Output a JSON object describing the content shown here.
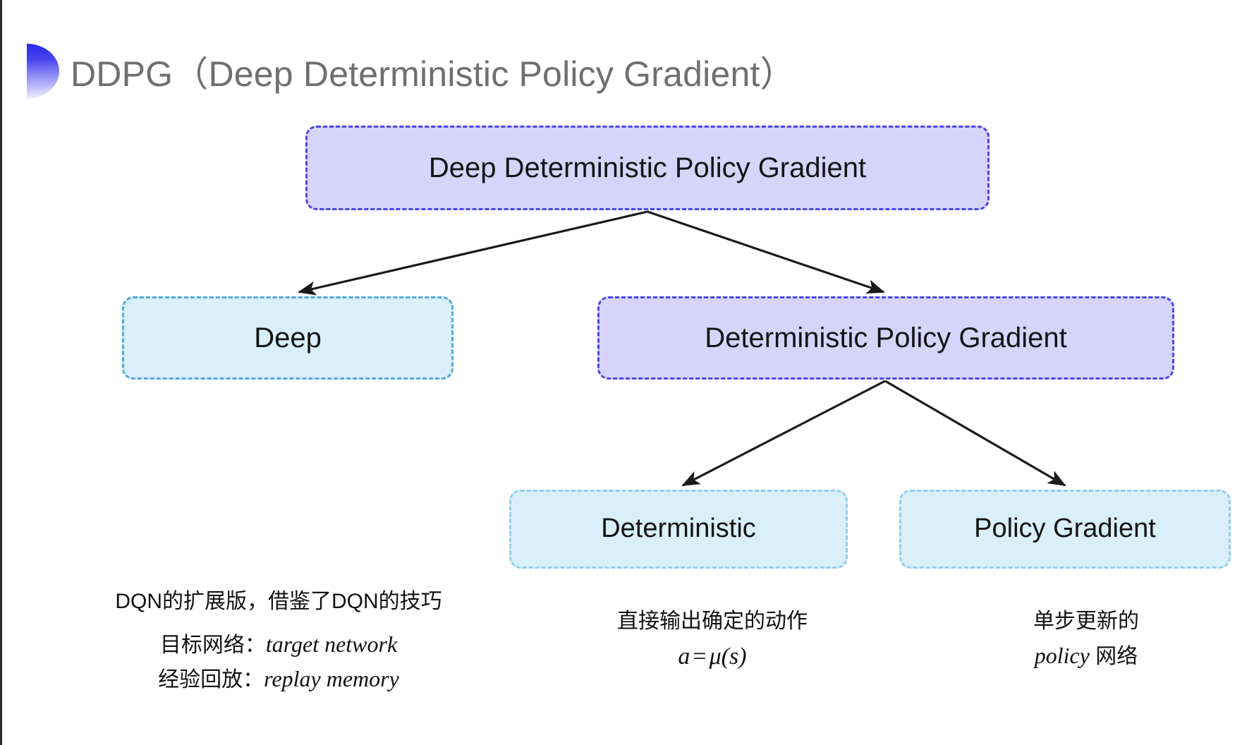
{
  "slide": {
    "title": "DDPG（Deep Deterministic Policy Gradient）",
    "background_color": "#ffffff",
    "edge_line_color": "#2b2b2b",
    "title_color": "#6f6f6f",
    "bullet_icon": "half-circle-gradient-icon",
    "bullet_gradient_from": "#2727e8",
    "bullet_gradient_to": "#f2f2fe"
  },
  "palette": {
    "purple_fill": "#d7d4fb",
    "purple_border": "#4b46e8",
    "cyan_fill": "#d9effa",
    "cyan_border": "#54a8de",
    "cyan_border_soft": "#93cdeb",
    "arrow_color": "#1a1a1a",
    "text_color": "#141414"
  },
  "diagram": {
    "nodes": [
      {
        "id": "root",
        "label": "Deep Deterministic Policy Gradient",
        "style": "purple"
      },
      {
        "id": "deep",
        "label": "Deep",
        "style": "cyan"
      },
      {
        "id": "dpg",
        "label": "Deterministic Policy Gradient",
        "style": "purple"
      },
      {
        "id": "det",
        "label": "Deterministic",
        "style": "cyan-soft"
      },
      {
        "id": "pg",
        "label": "Policy Gradient",
        "style": "cyan-soft"
      }
    ],
    "edges": [
      {
        "from": "root",
        "to": "deep"
      },
      {
        "from": "root",
        "to": "dpg"
      },
      {
        "from": "dpg",
        "to": "det"
      },
      {
        "from": "dpg",
        "to": "pg"
      }
    ]
  },
  "captions": {
    "deep": {
      "line1": "DQN的扩展版，借鉴了DQN的技巧",
      "line2_label": "目标网络：",
      "line2_term": "target network",
      "line3_label": "经验回放：",
      "line3_term": "replay memory"
    },
    "deterministic": {
      "line1": "直接输出确定的动作",
      "formula_lhs": "a",
      "formula_op": "=",
      "formula_rhs": "μ(s)"
    },
    "policy_gradient": {
      "line1": "单步更新的",
      "line2_term": "policy",
      "line2_suffix": " 网络"
    }
  }
}
